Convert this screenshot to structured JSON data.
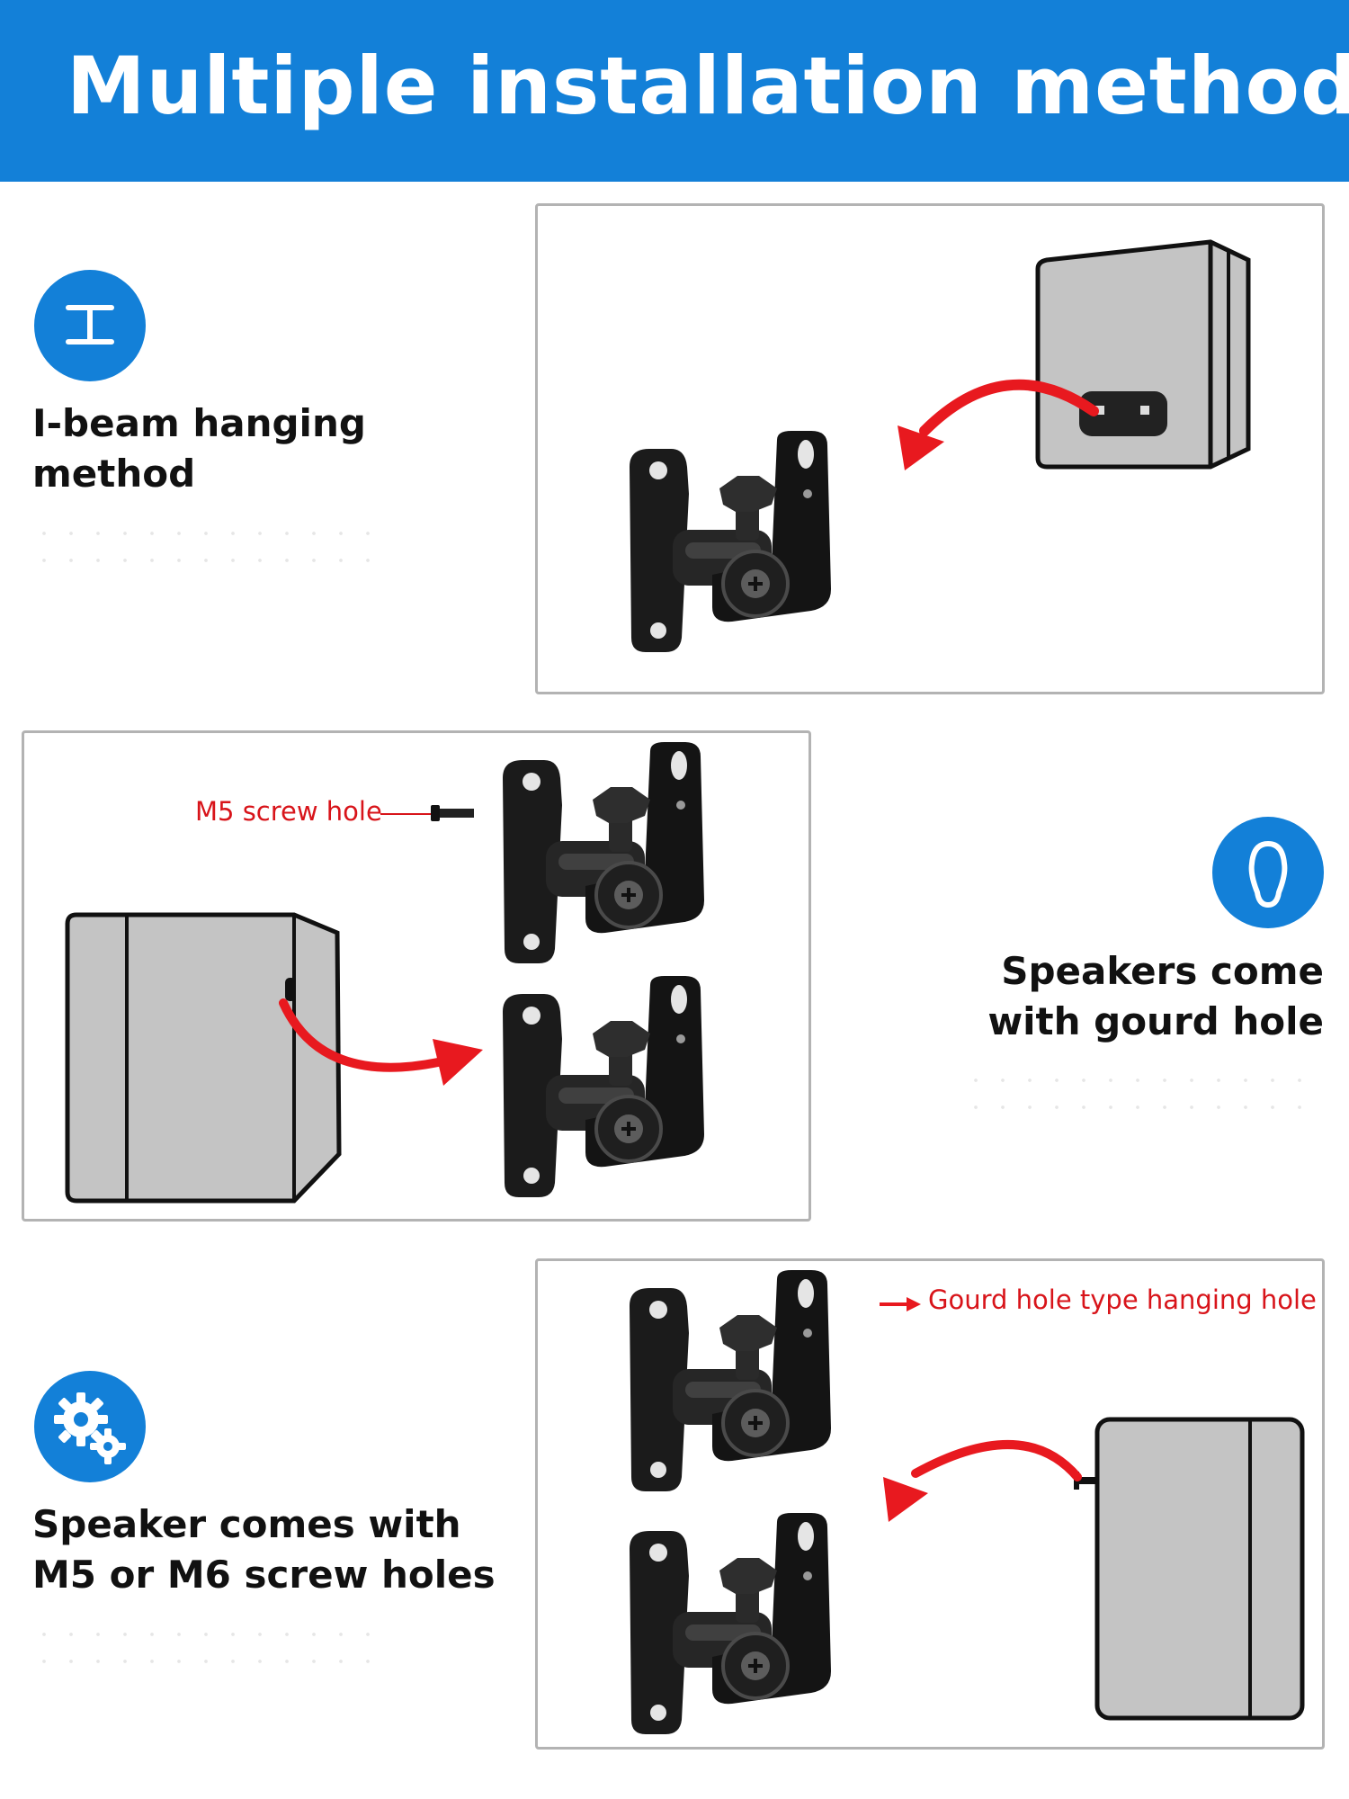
{
  "header": {
    "title": "Multiple installation methods"
  },
  "colors": {
    "brand_blue": "#1380d8",
    "annotation_red": "#d8141a",
    "arrow_red": "#e8191f",
    "speaker_gray": "#c4c4c4"
  },
  "methods": [
    {
      "icon": "i-beam-icon",
      "title_lines": [
        "I-beam hanging",
        "method"
      ]
    },
    {
      "icon": "gourd-hole-icon",
      "title_lines": [
        "Speakers come",
        "with gourd hole"
      ],
      "annotation": "M5 screw hole"
    },
    {
      "icon": "gears-icon",
      "title_lines": [
        "Speaker comes with",
        "M5 or M6 screw holes"
      ],
      "annotation": "Gourd hole type hanging hole"
    }
  ]
}
